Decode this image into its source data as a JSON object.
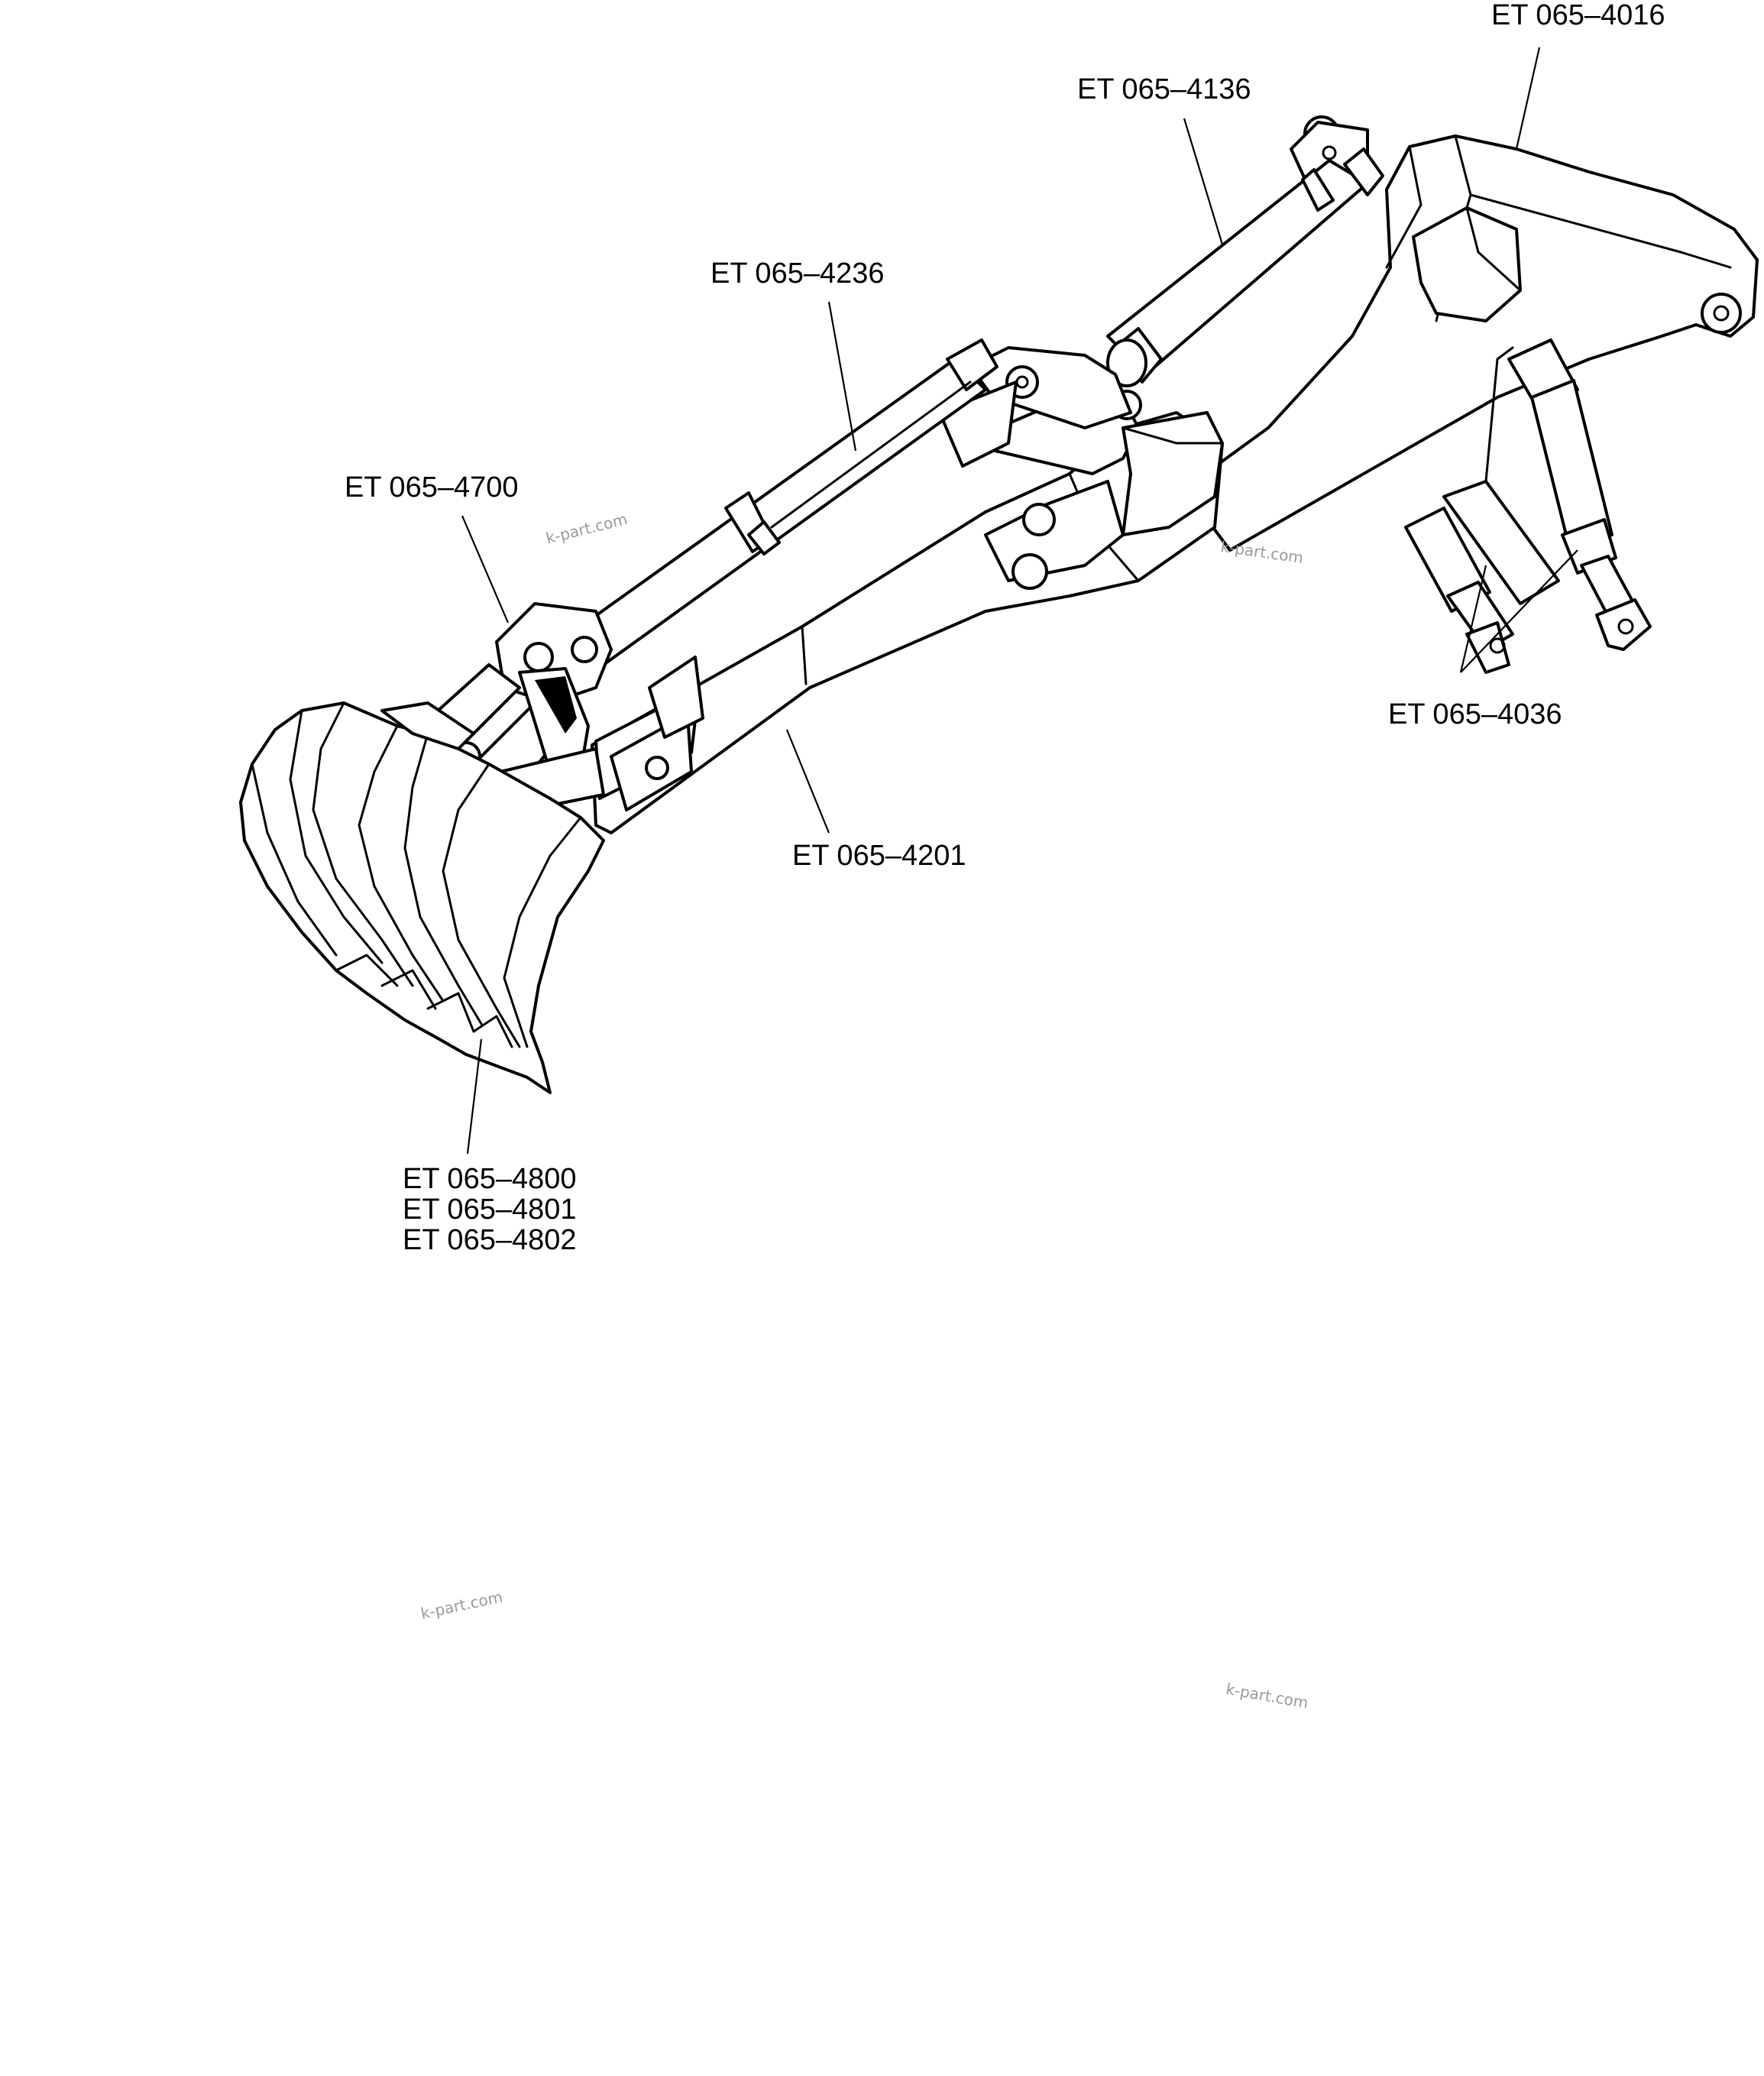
{
  "callouts": {
    "boom": "ET 065–4016",
    "boom_cylinder": "ET 065–4136",
    "arm_cylinder": "ET 065–4236",
    "bucket_link": "ET 065–4700",
    "arm": "ET 065–4201",
    "swing_cylinders": "ET 065–4036",
    "bucket_1": "ET 065–4800",
    "bucket_2": "ET 065–4801",
    "bucket_3": "ET 065–4802"
  },
  "watermarks": {
    "w1": "k-part.com",
    "w2": "k-part.com",
    "w3": "k-part.com",
    "w4": "k-part.com"
  }
}
